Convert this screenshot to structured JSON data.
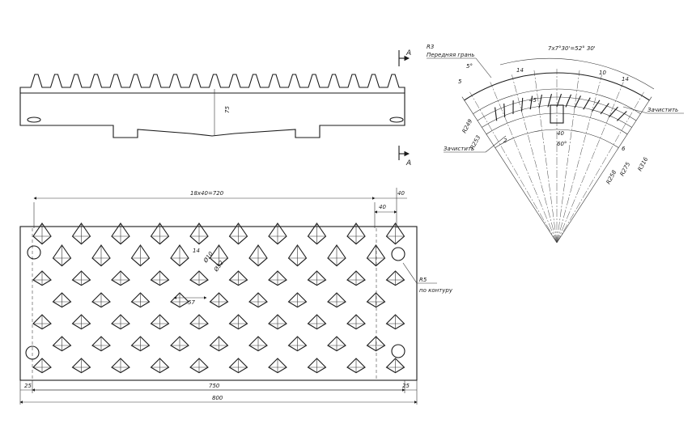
{
  "section_label": "A",
  "section_view": {
    "thickness_dim": "75"
  },
  "plan_view": {
    "pitch_dim": "18x40=720",
    "end_dim_top": "40",
    "end_dim_inner": "40",
    "dia_small": "Ø10",
    "dia_large": "Ø32",
    "tooth_width": "14",
    "tooth_spacing": "57",
    "radius_note_1": "R5",
    "radius_note_2": "по контуру",
    "edge_left": "25",
    "edge_right": "25",
    "inner_length": "750",
    "total_length": "800"
  },
  "arc_view": {
    "angle_note": "7x7°30'=52° 30'",
    "r3": "R3",
    "front_face": "Передняя грань",
    "angle_5": "5°",
    "dim_14": "14",
    "dim_5": "5",
    "dim_10": "10",
    "dim_14b": "14",
    "dim_45": "45",
    "dim_40": "40",
    "angle_60": "60°",
    "r249": "R249",
    "r253": "R253",
    "r258": "R258",
    "r275": "R275",
    "r316": "R316",
    "dim_2": "2",
    "dim_6": "6",
    "clean_1": "Зачистить",
    "clean_2": "Зачистить"
  }
}
